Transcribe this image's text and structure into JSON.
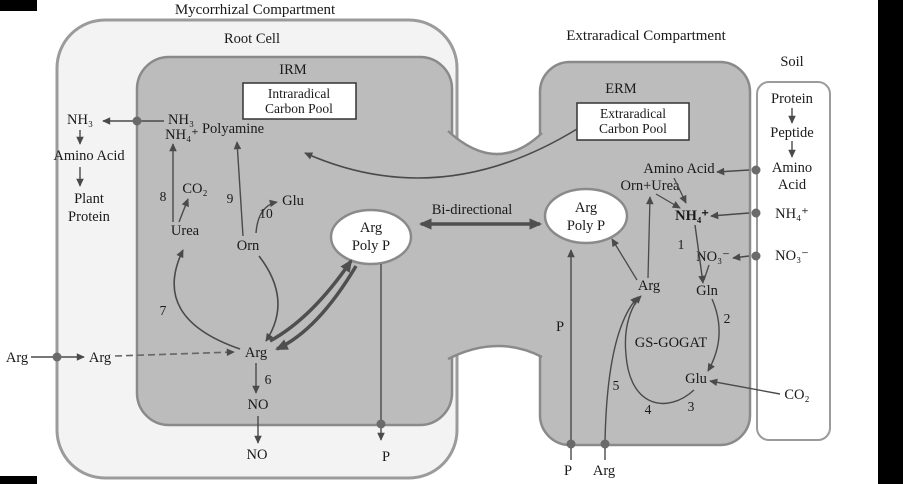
{
  "titles": {
    "mycorrhizal_compartment": "Mycorrhizal Compartment",
    "root_cell": "Root Cell",
    "irm": "IRM",
    "extraradical_compartment": "Extraradical Compartment",
    "erm": "ERM",
    "soil": "Soil",
    "bidirectional": "Bi-directional"
  },
  "pools": {
    "intraradical_line1": "Intraradical",
    "intraradical_line2": "Carbon Pool",
    "extraradical_line1": "Extraradical",
    "extraradical_line2": "Carbon Pool"
  },
  "root_cell": {
    "nh3": "NH₃",
    "amino_acid": "Amino Acid",
    "plant": "Plant",
    "protein": "Protein",
    "arg_outside": "Arg",
    "arg_inside": "Arg",
    "no": "NO",
    "p": "P"
  },
  "irm": {
    "nh3": "NH₃",
    "nh4": "NH₄⁺",
    "polyamine": "Polyamine",
    "co2": "CO₂",
    "glu": "Glu",
    "urea": "Urea",
    "orn": "Orn",
    "arg": "Arg",
    "no": "NO",
    "arg_polyp_line1": "Arg",
    "arg_polyp_line2": "Poly P",
    "step6": "6",
    "step7": "7",
    "step8": "8",
    "step9": "9",
    "step10": "10"
  },
  "erm": {
    "arg_polyp_line1": "Arg",
    "arg_polyp_line2": "Poly P",
    "amino_acid": "Amino Acid",
    "orn_urea": "Orn+Urea",
    "nh4": "NH₄⁺",
    "no3": "NO₃⁻",
    "gln": "Gln",
    "glu": "Glu",
    "arg": "Arg",
    "gs_gogat": "GS-GOGAT",
    "p_mid": "P",
    "p_bottom": "P",
    "arg_bottom": "Arg",
    "step1": "1",
    "step2": "2",
    "step3": "3",
    "step4": "4",
    "step5": "5"
  },
  "soil": {
    "protein": "Protein",
    "peptide": "Peptide",
    "amino_line1": "Amino",
    "amino_line2": "Acid",
    "nh4": "NH₄⁺",
    "no3": "NO₃⁻",
    "co2": "CO₂"
  },
  "colors": {
    "mycelium_fill": "#bcbcbc",
    "mycelium_stroke": "#8a8a8a",
    "root_cell_fill": "#f3f3f3",
    "root_cell_stroke": "#9b9b9b",
    "arrow": "#4a4a4a",
    "text": "#1a1a1a"
  }
}
